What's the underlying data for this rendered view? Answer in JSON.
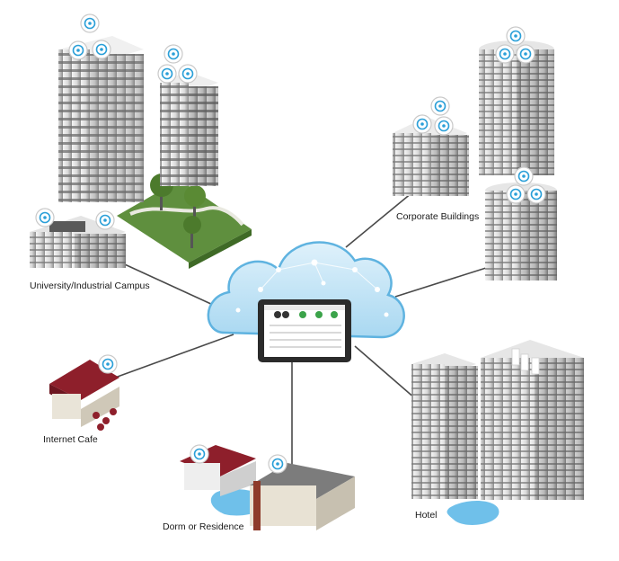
{
  "labels": {
    "university": "University/Industrial Campus",
    "corporate": "Corporate Buildings",
    "cafe": "Internet Cafe",
    "dorm": "Dorm or Residence",
    "hotel": "Hotel"
  },
  "colors": {
    "connector": "#4a4a4a",
    "cloud": "#bfe3f5",
    "cloud_edge": "#5fb3e0",
    "tablet": "#2b2b2b",
    "access_point": "#2a9fd8",
    "building_light": "#e9e9e9",
    "building_dark": "#8c8c8c",
    "roof_red": "#8e1f2b",
    "grass": "#5f8f3e",
    "water": "#6fc0ea"
  },
  "icons": [
    "cloud-icon",
    "tablet-icon",
    "access-point-icon",
    "building-icon",
    "tree-icon",
    "house-icon"
  ]
}
